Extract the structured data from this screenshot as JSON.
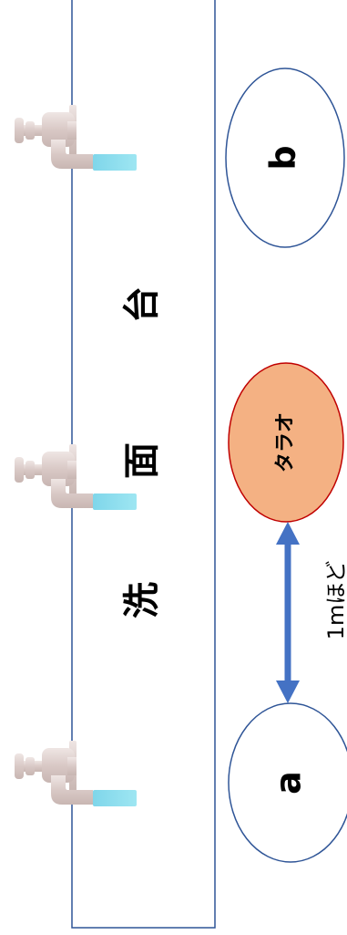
{
  "sink": {
    "label_chars": [
      "洗",
      "面",
      "台"
    ]
  },
  "circles": {
    "a": {
      "label": "a"
    },
    "b": {
      "label": "b"
    },
    "towel": {
      "label": "タラオ",
      "fill": "#f4b183",
      "stroke": "#c00000"
    }
  },
  "distance": {
    "label": "1mほど",
    "arrow_color": "#4472c4"
  },
  "colors": {
    "sink_outline": "#2f5597",
    "ellipse_outline": "#2f5597"
  },
  "faucets": [
    {
      "name": "faucet-top"
    },
    {
      "name": "faucet-middle"
    },
    {
      "name": "faucet-bottom"
    }
  ]
}
